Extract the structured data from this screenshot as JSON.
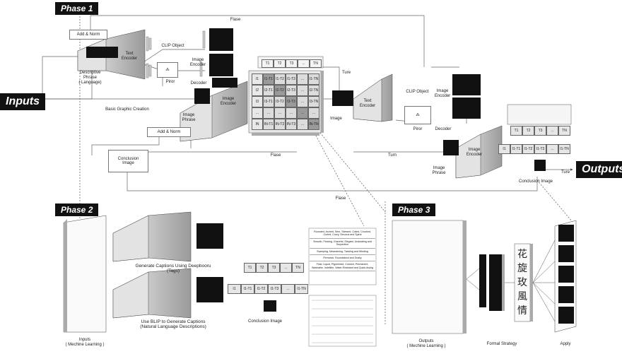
{
  "phases": {
    "p1": "Phase 1",
    "p2": "Phase 2",
    "p3": "Phase 3"
  },
  "io": {
    "inputs": "Inputs",
    "outputs": "Outputs"
  },
  "phase1": {
    "add_norm_1": "Add & Norm",
    "add_norm_2": "Add & Norm",
    "descriptive_phrase": "Descriptive\nPhrase\n( Language)",
    "text_encoder_1": "Text\nEncoder",
    "clip_object_1": "CLIP Object",
    "piror_1": "Piror",
    "image_encoder_1": "Image\nEncoder",
    "decoder_1": "Decoder",
    "image_phrase_1": "Image\nPhrase",
    "image_encoder_2": "Image\nEncoder",
    "basic_graphic_creation": "Basic Graphic Creation",
    "conclusion_image_1": "Conclusion\nImage",
    "flase_top": "Flase",
    "flase_mid": "Flase",
    "flase_bottom": "Flase",
    "ture_1": "Ture",
    "turn": "Turn",
    "ture_2": "Ture",
    "image_label": "Image",
    "text_encoder_2": "Text\nEncoder",
    "clip_object_2": "CLIP Object",
    "image_encoder_3": "Image\nEncoder",
    "piror_2": "Piror",
    "decoder_2": "Decoder",
    "image_phrase_2": "Image\nPhrase",
    "image_encoder_4": "Image\nEncoder",
    "conclusion_image_2": "Conclusion Image",
    "matrix_header": [
      "T1",
      "T2",
      "T3",
      "...",
      "TN"
    ],
    "matrix_rows": [
      [
        "I1",
        "I1-T1",
        "I1-T2",
        "I1-T3",
        "...",
        "I1-TN"
      ],
      [
        "I2",
        "I2-T1",
        "I2-T2",
        "I2-T3",
        "...",
        "I2-TN"
      ],
      [
        "I3",
        "I3-T1",
        "I3-T2",
        "I3-T3",
        "...",
        "I3-TN"
      ],
      [
        "...",
        "...",
        "...",
        "...",
        "...",
        "..."
      ],
      [
        "IN",
        "IN-T1",
        "IN-T2",
        "IN-T3",
        "...",
        "IN-TN"
      ]
    ],
    "strip_top": [
      "T1",
      "T2",
      "T3",
      "...",
      "TN"
    ],
    "strip_bottom": [
      "I1",
      "I1-T1",
      "I1-T2",
      "I1-T3",
      "...",
      "I1-TN"
    ]
  },
  "phase2": {
    "caption_deepbooru": "Generate Captions Using Deepbooru\n(Tags)",
    "caption_blip": "Use BLIP to Generate Captions\n(Natural Language Descriptions)",
    "conclusion_image": "Conclusion Image",
    "inputs_label": "Inputs\n( Mechine Learning )",
    "strip_top": [
      "T1",
      "T2",
      "T3",
      "...",
      "TN"
    ],
    "strip_bottom": [
      "I1",
      "I1-T1",
      "I1-T2",
      "I1-T3",
      "...",
      "I1-TN"
    ],
    "descriptions": [
      "Rounded, Arched, Sem, Skewed, Coiled, Crooked, Curled, Curvy, Sinuous and Spiral",
      "Smooth, Flowing, Graceful, Elegant, Undulating and Serpentine",
      "Sweeping, Meandering, Twisting and Winding",
      "Firmness: Roundabout and Snaky",
      "Fluid, Liquid, Pigmented, Colored, Permanent, Washable, Indelible, Water-Resistant and Quick-drying"
    ]
  },
  "phase3": {
    "outputs_label": "Outputs\n( Mechine Learning )",
    "formal_strategy": "Formal Strategy",
    "apply": "Apply",
    "glyphs": "花旋玫風情"
  },
  "colors": {
    "ink": "#111111",
    "face": "#d9d9d9",
    "side": "#9e9e9e",
    "top": "#bdbdbd",
    "line": "#555555"
  }
}
